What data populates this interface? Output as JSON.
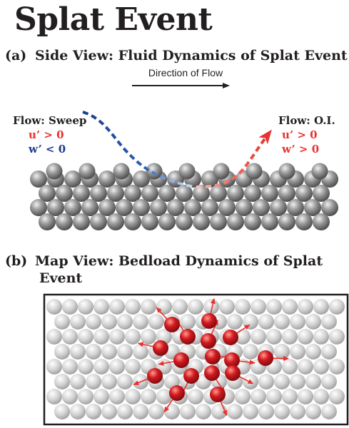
{
  "title": "Splat Event",
  "panel_a": {
    "letter": "(a)",
    "heading": "Side View: Fluid Dynamics of Splat Event",
    "direction_label": "Direction of Flow",
    "left_flow": {
      "label": "Flow: Sweep",
      "u": "u’ > 0",
      "w": "w’ < 0"
    },
    "right_flow": {
      "label": "Flow: O.I.",
      "u": "u’ > 0",
      "w": "w’ > 0"
    }
  },
  "panel_b": {
    "letter": "(b)",
    "heading_line1": "Map View: Bedload Dynamics of Splat",
    "heading_line2": "Event"
  },
  "colors": {
    "text": "#231f20",
    "red": "#e8322f",
    "blue": "#1b3d8f",
    "grain_dark": "#6f6f6f",
    "grain_light": "#c9c9c9",
    "grain_red": "#c8141c"
  }
}
